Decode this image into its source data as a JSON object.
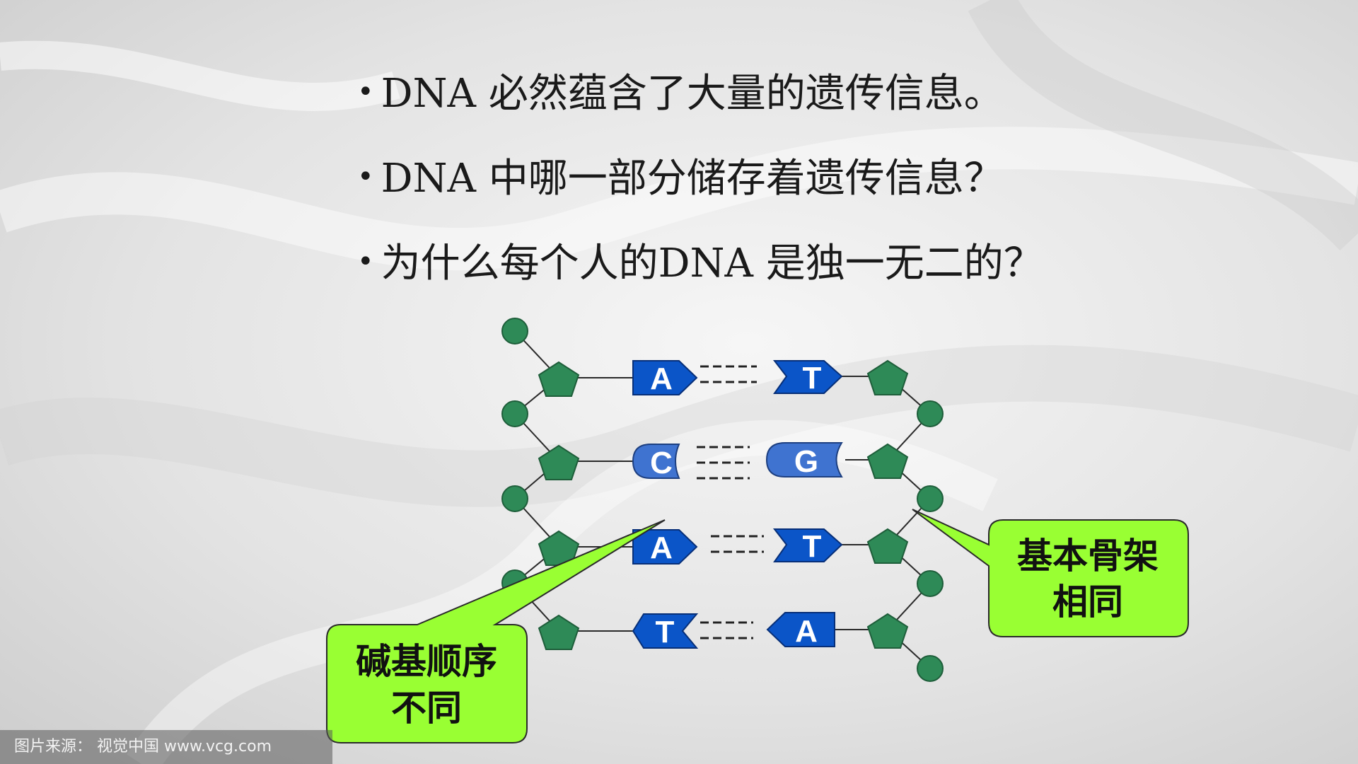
{
  "bullets": [
    "DNA 必然蕴含了大量的遗传信息。",
    "DNA 中哪一部分储存着遗传信息？",
    "为什么每个人的DNA 是独一无二的？"
  ],
  "bullet_marker": "•",
  "base_pairs": [
    {
      "left": "A",
      "right": "T"
    },
    {
      "left": "C",
      "right": "G"
    },
    {
      "left": "A",
      "right": "T"
    },
    {
      "left": "T",
      "right": "A"
    }
  ],
  "callouts": {
    "backbone": {
      "line1": "基本骨架",
      "line2": "相同"
    },
    "sequence": {
      "line1": "碱基顺序",
      "line2": "不同"
    }
  },
  "colors": {
    "purine": "#0b55c8",
    "pyrimidine": "#3f73d0",
    "nucleotide": "#2e8a57",
    "callout_fill": "#99ff33"
  },
  "watermark": "图片来源： 视觉中国 www.vcg.com"
}
